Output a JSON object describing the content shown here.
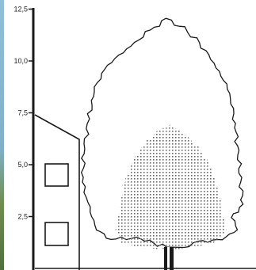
{
  "scale": {
    "ticks": [
      {
        "label": "12,5",
        "value": 12.5
      },
      {
        "label": "10,0",
        "value": 10.0
      },
      {
        "label": "7,5",
        "value": 7.5
      },
      {
        "label": "5,0",
        "value": 5.0
      },
      {
        "label": "2,5",
        "value": 2.5
      }
    ]
  },
  "colors": {
    "line": "#1a1a1a",
    "background": "#ffffff",
    "left_edge_sky": "#7fb0c8",
    "left_edge_green": "#5f7f3f",
    "stipple": "#6a6a6a"
  }
}
